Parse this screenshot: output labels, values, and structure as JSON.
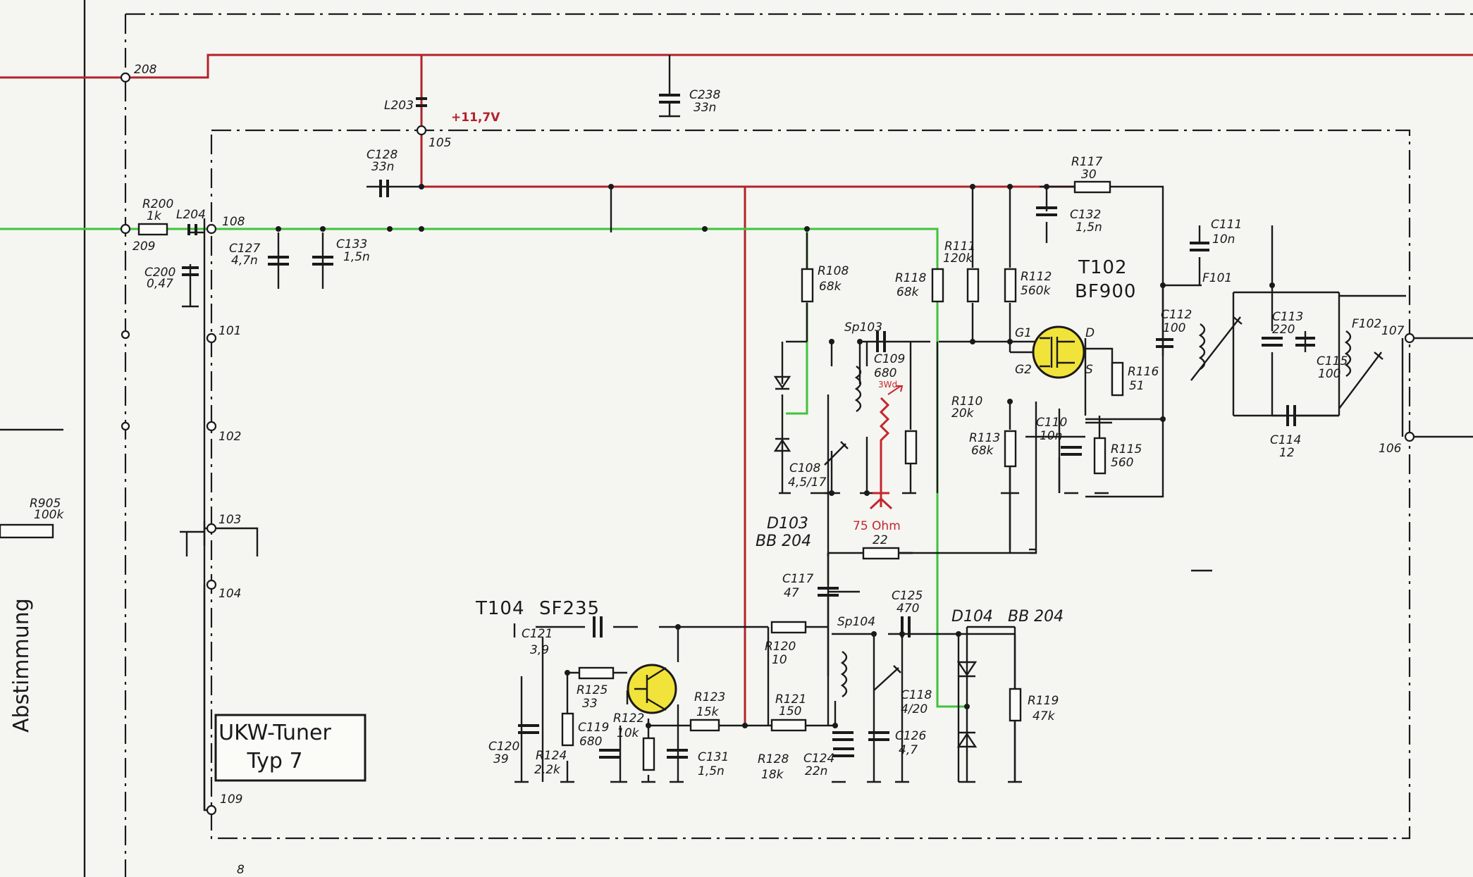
{
  "title_block": {
    "line1": "UKW-Tuner",
    "line2": "Typ 7"
  },
  "side_label": "Abstimmung",
  "page_mark": "8",
  "supply_label": "+11,7V",
  "termination_label": "75 Ohm",
  "termination_note": "3Wd",
  "terminals": [
    "208",
    "209",
    "105",
    "108",
    "101",
    "102",
    "103",
    "104",
    "109",
    "107",
    "106"
  ],
  "transistors": [
    {
      "ref": "T102",
      "type": "BF900"
    },
    {
      "ref": "T104",
      "type": "SF235"
    }
  ],
  "diodes": [
    {
      "ref": "D103",
      "type": "BB 204"
    },
    {
      "ref": "D104",
      "type": "BB 204"
    }
  ],
  "pins": {
    "g1": "G1",
    "g2": "G2",
    "d": "D",
    "s": "S"
  },
  "resistors": [
    {
      "ref": "R200",
      "value": "1k"
    },
    {
      "ref": "R905",
      "value": "100k"
    },
    {
      "ref": "R108",
      "value": "68k"
    },
    {
      "ref": "R118",
      "value": "68k"
    },
    {
      "ref": "R111",
      "value": "120k"
    },
    {
      "ref": "R112",
      "value": "560k"
    },
    {
      "ref": "R117",
      "value": "30"
    },
    {
      "ref": "R116",
      "value": "51"
    },
    {
      "ref": "R110",
      "value": "20k"
    },
    {
      "ref": "R113",
      "value": "68k"
    },
    {
      "ref": "R115",
      "value": "560"
    },
    {
      "ref": "",
      "value": "22"
    },
    {
      "ref": "R120",
      "value": "10"
    },
    {
      "ref": "R121",
      "value": "150"
    },
    {
      "ref": "R123",
      "value": "15k"
    },
    {
      "ref": "R125",
      "value": "33"
    },
    {
      "ref": "R122",
      "value": "10k"
    },
    {
      "ref": "R124",
      "value": "2,2k"
    },
    {
      "ref": "R128",
      "value": "18k"
    },
    {
      "ref": "R119",
      "value": "47k"
    }
  ],
  "capacitors": [
    {
      "ref": "C238",
      "value": "33n"
    },
    {
      "ref": "C128",
      "value": "33n"
    },
    {
      "ref": "C200",
      "value": "0,47"
    },
    {
      "ref": "C127",
      "value": "4,7n"
    },
    {
      "ref": "C133",
      "value": "1,5n"
    },
    {
      "ref": "C132",
      "value": "1,5n"
    },
    {
      "ref": "C111",
      "value": "10n"
    },
    {
      "ref": "C112",
      "value": "100"
    },
    {
      "ref": "C113",
      "value": "220"
    },
    {
      "ref": "C115",
      "value": "100"
    },
    {
      "ref": "C114",
      "value": "12"
    },
    {
      "ref": "C109",
      "value": "680"
    },
    {
      "ref": "C108",
      "value": "4,5/17"
    },
    {
      "ref": "C110",
      "value": "10n"
    },
    {
      "ref": "C117",
      "value": "47"
    },
    {
      "ref": "C125",
      "value": "470"
    },
    {
      "ref": "C118",
      "value": "4/20"
    },
    {
      "ref": "C126",
      "value": "4,7"
    },
    {
      "ref": "C124",
      "value": "22n"
    },
    {
      "ref": "C121",
      "value": "3,9"
    },
    {
      "ref": "C119",
      "value": "680"
    },
    {
      "ref": "C120",
      "value": "39"
    },
    {
      "ref": "C131",
      "value": "1,5n"
    }
  ],
  "inductors": [
    {
      "ref": "L203"
    },
    {
      "ref": "L204"
    },
    {
      "ref": "F101"
    },
    {
      "ref": "F102"
    },
    {
      "ref": "Sp103"
    },
    {
      "ref": "Sp104"
    }
  ],
  "colors": {
    "supply": "#b1232a",
    "signal": "#3fc43a",
    "transistor": "#f2e33a",
    "ink": "#1a1a1a"
  }
}
